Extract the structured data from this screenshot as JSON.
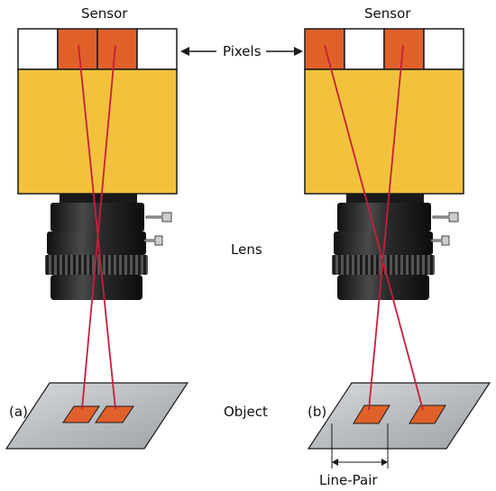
{
  "labels": {
    "sensor_left": "Sensor",
    "sensor_right": "Sensor",
    "pixels": "Pixels",
    "lens": "Lens",
    "object": "Object",
    "panel_a": "(a)",
    "panel_b": "(b)",
    "line_pair": "Line-Pair"
  },
  "colors": {
    "camera_body": "#f2c23c",
    "pixel_active": "#e0602a",
    "pixel_inactive": "#ffffff",
    "ray": "#c81e3a",
    "object_plate": "#b9bcc0",
    "object_patch": "#e0602a",
    "lens_body": "#2b2b2b",
    "outline": "#1a1a1a"
  },
  "panels": [
    {
      "id": "a",
      "pixels": [
        false,
        true,
        true,
        false
      ]
    },
    {
      "id": "b",
      "pixels": [
        true,
        false,
        true,
        false
      ]
    }
  ]
}
